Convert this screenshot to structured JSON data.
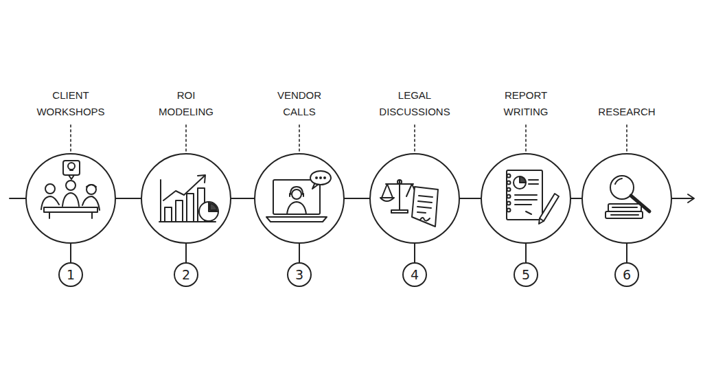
{
  "diagram": {
    "nodes": [
      {
        "text": [
          "CLIENT WORKSHOPS"
        ]
      },
      {
        "text": [
          "ROI MODELING"
        ]
      },
      {
        "text": [
          "VENDOR CALLS"
        ]
      },
      {
        "text": [
          "LEGAL DISCUSSIONS"
        ]
      },
      {
        "text": [
          "REPORT WRITING"
        ]
      },
      {
        "text": [
          "RESEARCH"
        ]
      },
      {
        "text": [
          "1"
        ]
      },
      {
        "text": [
          "2"
        ]
      },
      {
        "text": [
          "3"
        ]
      },
      {
        "text": [
          "4"
        ]
      },
      {
        "text": [
          "5"
        ]
      },
      {
        "text": [
          "6"
        ]
      }
    ],
    "edges": [
      {
        "from": 0,
        "to": 1,
        "arrow": "none"
      },
      {
        "from": 1,
        "to": 2,
        "arrow": "none"
      },
      {
        "from": 2,
        "to": 3,
        "arrow": "none"
      },
      {
        "from": 3,
        "to": 4,
        "arrow": "none"
      },
      {
        "from": 4,
        "to": 5,
        "arrow": "none"
      },
      {
        "from": 0,
        "to": 6,
        "arrow": "none"
      },
      {
        "from": 1,
        "to": 7,
        "arrow": "none"
      },
      {
        "from": 2,
        "to": 8,
        "arrow": "none"
      },
      {
        "from": 3,
        "to": 9,
        "arrow": "none"
      },
      {
        "from": 4,
        "to": 10,
        "arrow": "none"
      },
      {
        "from": 5,
        "to": 11,
        "arrow": "none"
      }
    ]
  }
}
